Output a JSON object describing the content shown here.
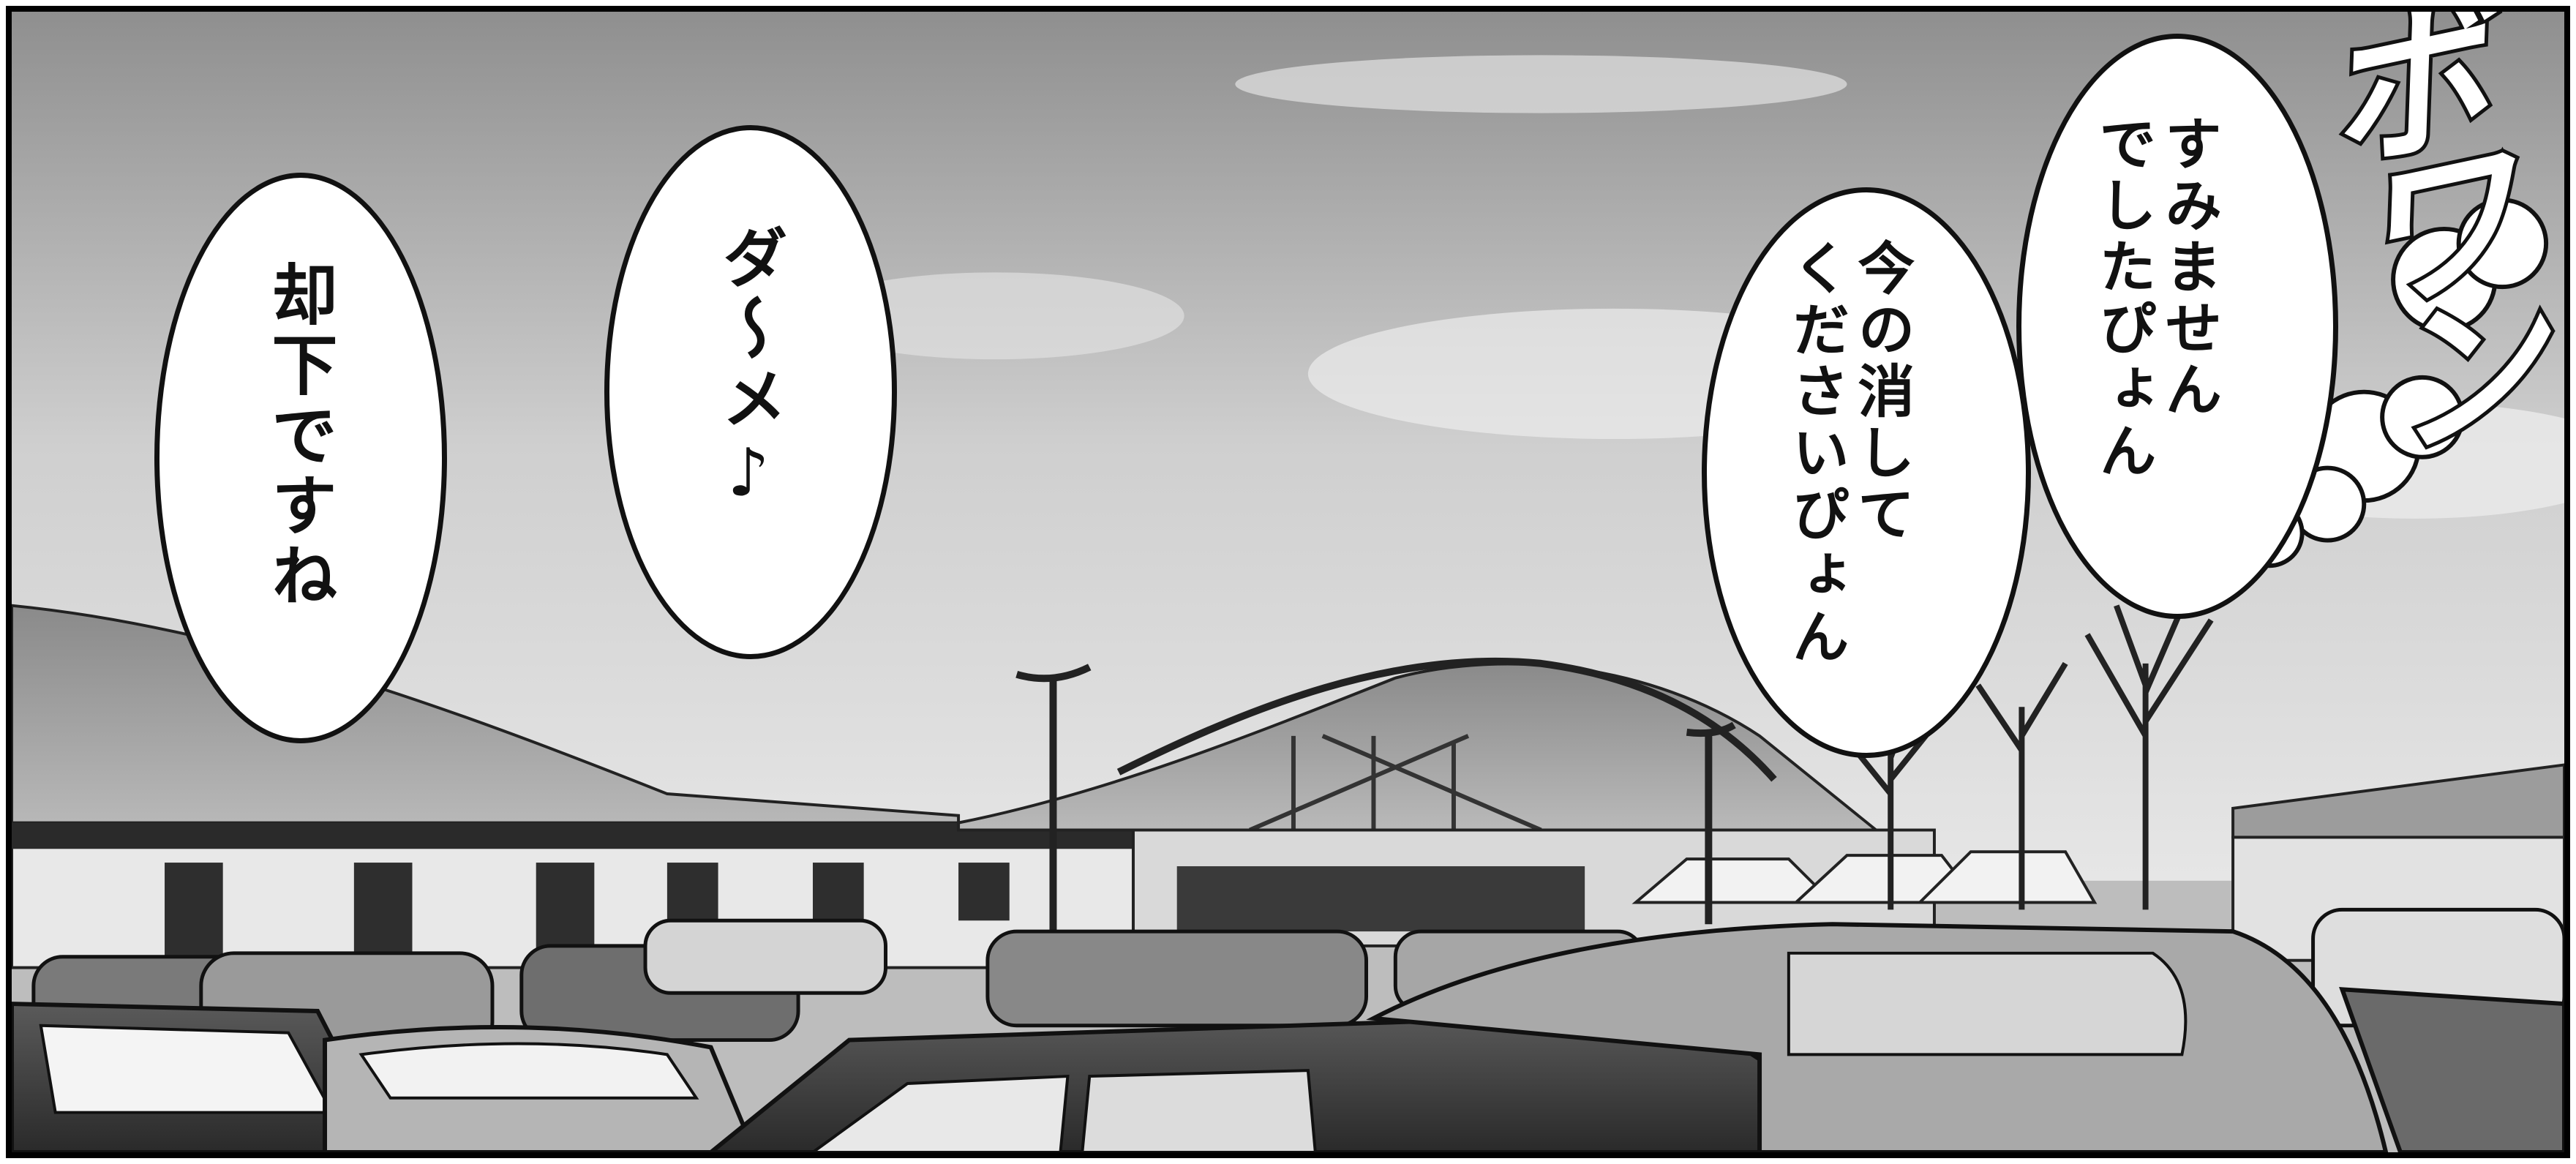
{
  "panel": {
    "bubbles": [
      {
        "id": "left",
        "text": "却下ですね"
      },
      {
        "id": "middle",
        "text": "ダ～メ♪"
      },
      {
        "id": "right-inner",
        "text": "今の消して\nくださいぴょん"
      },
      {
        "id": "right-outer",
        "text": "すみません\nでしたぴょん"
      }
    ],
    "sound_effect": "ボワン"
  }
}
